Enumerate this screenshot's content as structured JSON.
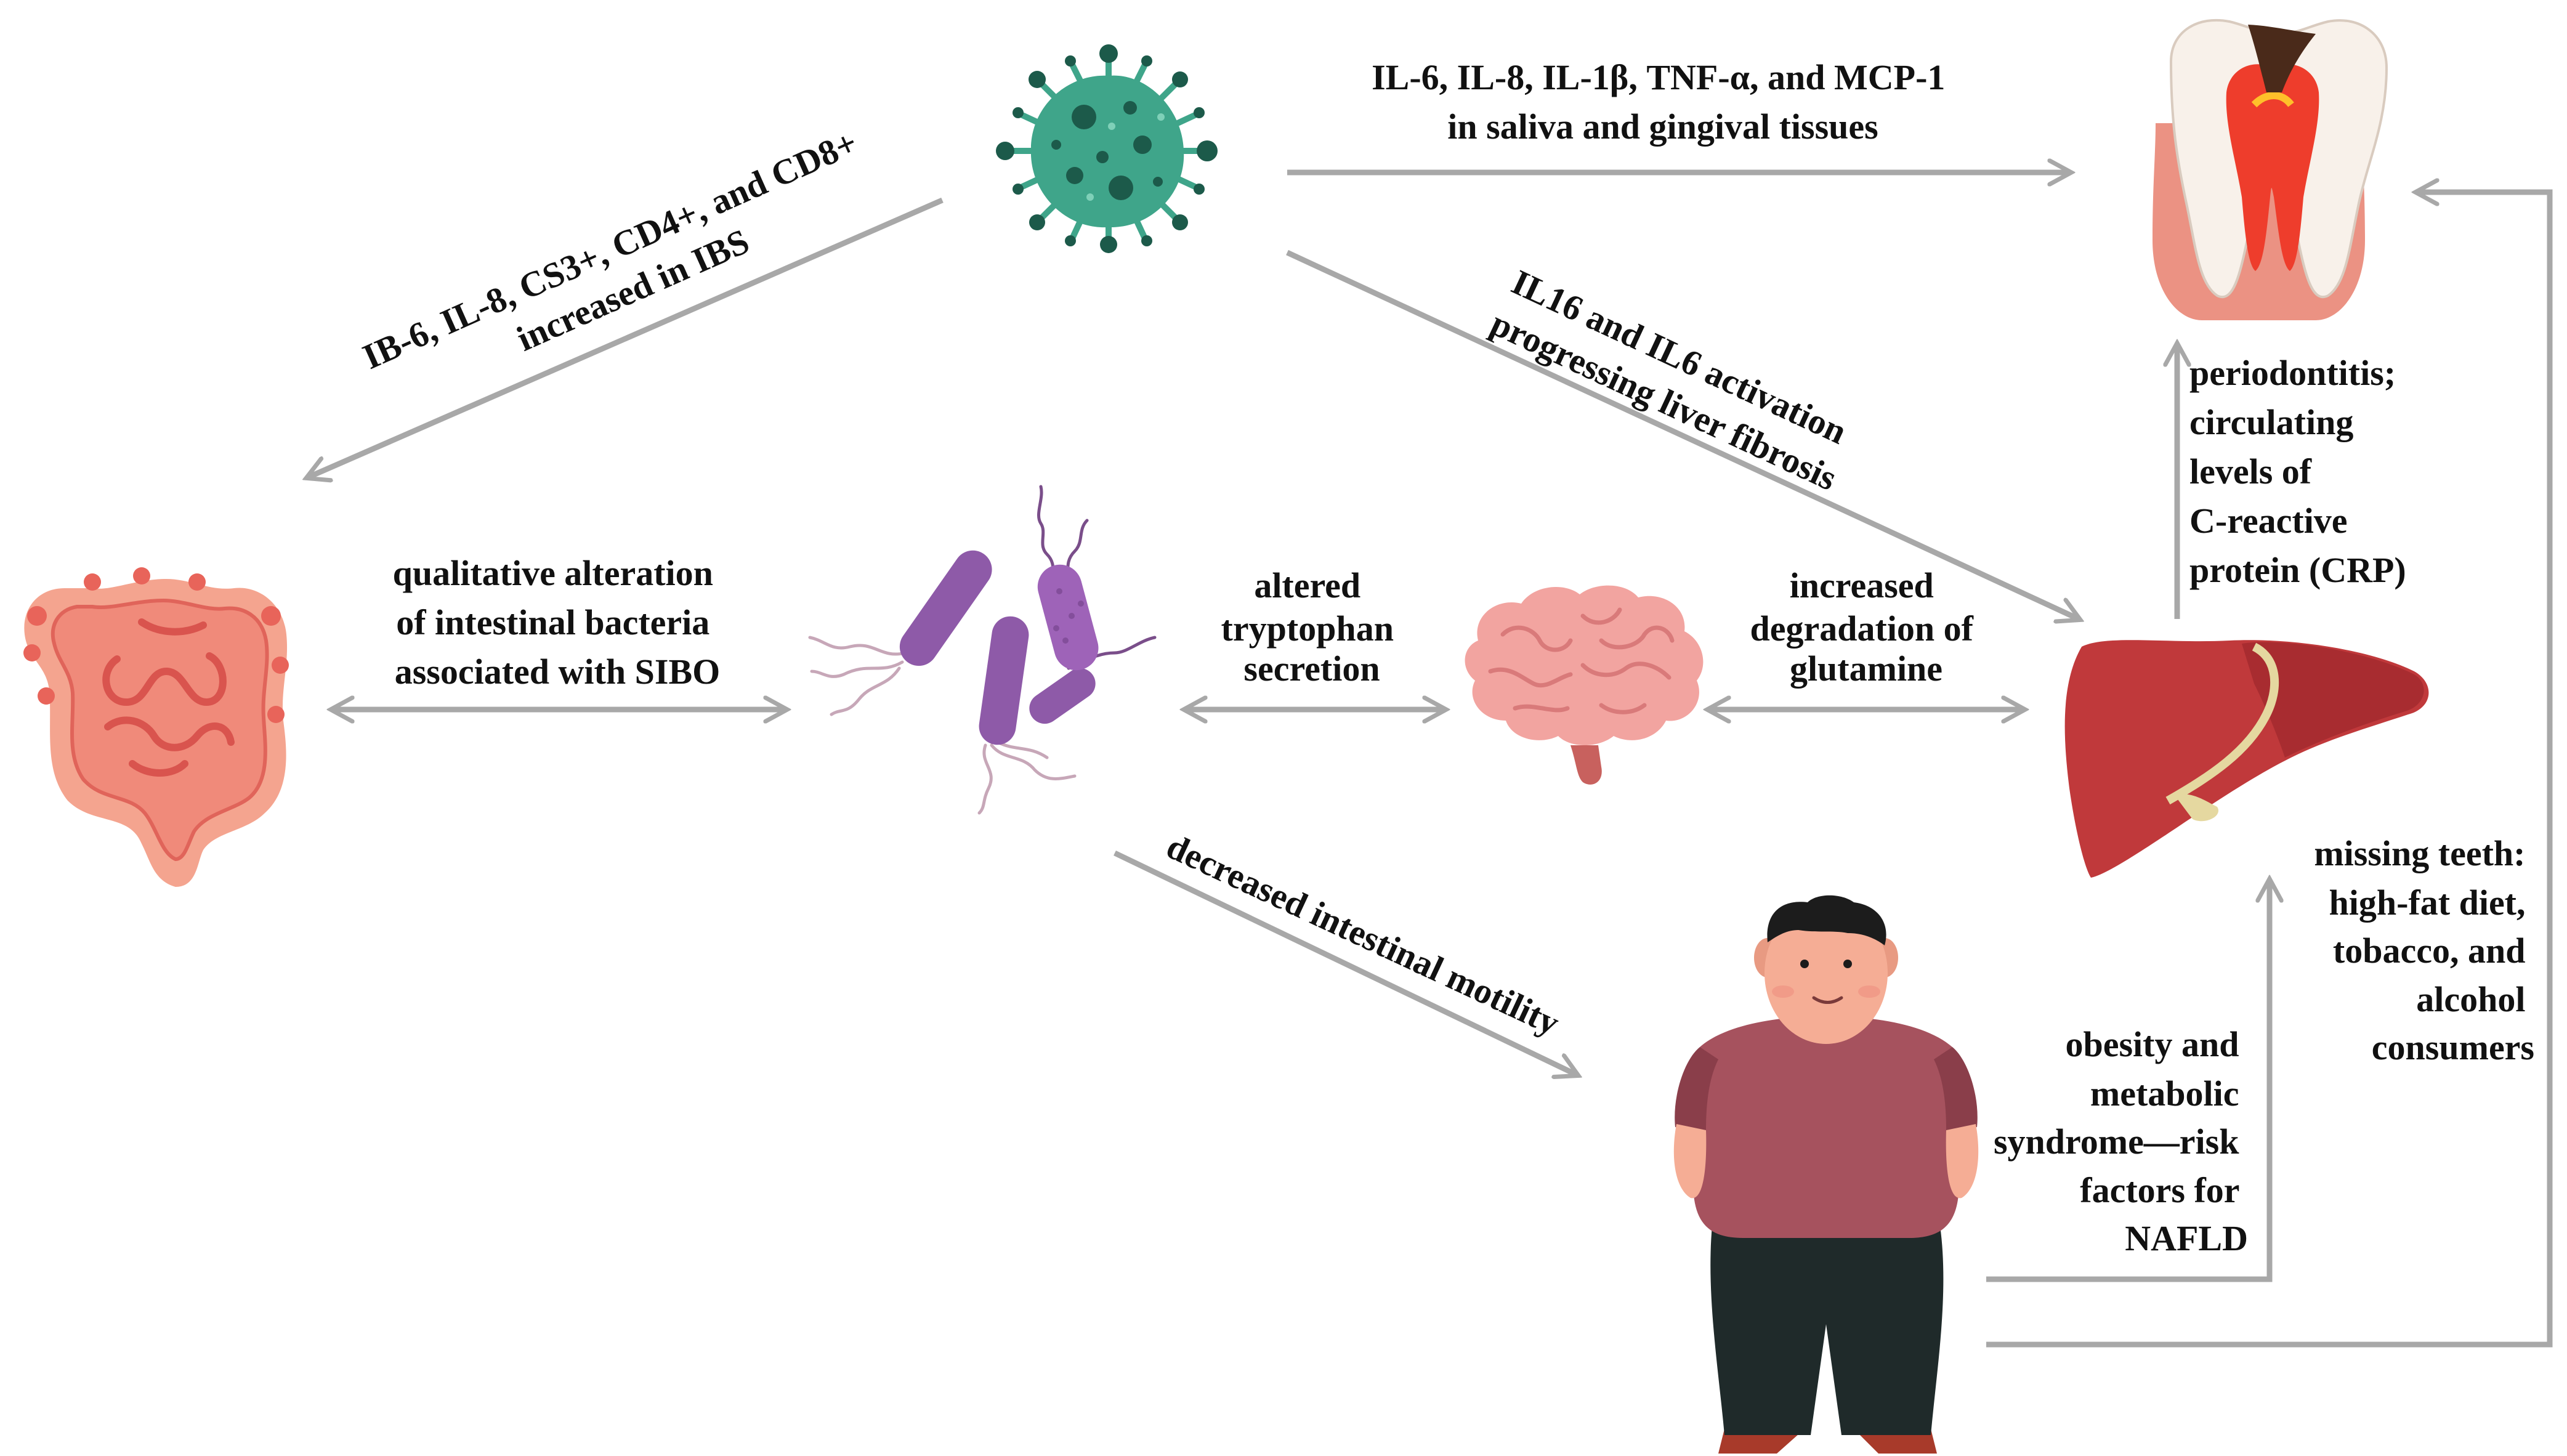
{
  "labels": {
    "cytokines_oral": [
      "IL-6, IL-8, IL-1β, TNF-α, and MCP-1",
      "in saliva and gingival tissues"
    ],
    "ibs_markers": [
      "IB-6, IL-8, CS3+, CD4+, and CD8+",
      "increased in IBS"
    ],
    "liver_fibrosis": [
      "IL16 and IL6 activation",
      "progressing liver fibrosis"
    ],
    "sibo": [
      "qualitative alteration",
      "of intestinal bacteria",
      "associated with SIBO"
    ],
    "tryptophan": [
      "altered",
      "tryptophan",
      "secretion"
    ],
    "glutamine": [
      "increased",
      "degradation of",
      "glutamine"
    ],
    "periodontitis": [
      "periodontitis;",
      "circulating",
      "levels of",
      "C-reactive",
      "protein (CRP)"
    ],
    "motility": [
      "decreased intestinal motility"
    ],
    "missing_teeth": [
      "missing teeth:",
      "high-fat diet,",
      "tobacco, and",
      "alcohol",
      "consumers"
    ],
    "obesity": [
      "obesity and",
      "metabolic",
      "syndrome—risk",
      "factors for",
      "NAFLD"
    ]
  },
  "icons": [
    "virus-icon",
    "tooth-icon",
    "intestine-icon",
    "bacteria-icon",
    "brain-icon",
    "liver-icon",
    "obese-person-icon"
  ],
  "colors": {
    "arrow": "#a8a8a8",
    "virus": "#3fa58a",
    "virus_dark": "#1c5a4a",
    "intestine": "#f08a7a",
    "bacteria": "#8e5aa8",
    "brain": "#f2a4a0",
    "liver": "#c0393b",
    "shirt": "#a6525e",
    "pants": "#1f2a2a",
    "skin": "#f5ad95"
  }
}
